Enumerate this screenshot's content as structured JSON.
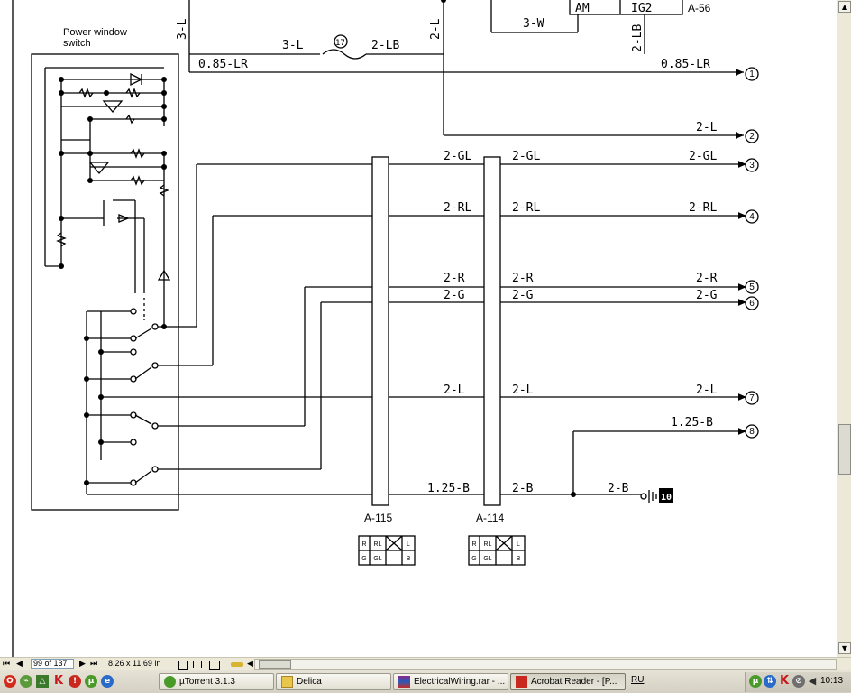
{
  "document": {
    "switch_label_line1": "Power window",
    "switch_label_line2": "switch",
    "top_wire_vertical": "3-L",
    "fuse_in_wire": "3-L",
    "fuse_number": "17",
    "fuse_out_wire": "2-LB",
    "top_vertical_2l": "2-L",
    "top_3w": "3-W",
    "top_2lb_vertical": "2-LB",
    "ign_am": "AM",
    "ign_ig2": "IG2",
    "ign_connector": "A-56",
    "wire_085lr_left": "0.85-LR",
    "wire_085lr_right": "0.85-LR",
    "right_2l_top": "2-L",
    "row3_a": "2-GL",
    "row3_b": "2-GL",
    "row3_c": "2-GL",
    "row4_a": "2-RL",
    "row4_b": "2-RL",
    "row4_c": "2-RL",
    "row5_a": "2-R",
    "row5_b": "2-R",
    "row5_c": "2-R",
    "row6_a": "2-G",
    "row6_b": "2-G",
    "row6_c": "2-G",
    "row7_a": "2-L",
    "row7_b": "2-L",
    "row7_c": "2-L",
    "row8_c": "1.25-B",
    "ground_a": "1.25-B",
    "ground_b": "2-B",
    "ground_c": "2-B",
    "ground_number": "10",
    "connector_a115": "A-115",
    "connector_a114": "A-114",
    "circle_labels": [
      "1",
      "2",
      "3",
      "4",
      "5",
      "6",
      "7",
      "8"
    ],
    "pin_a115": [
      "R",
      "RL",
      "L",
      "G",
      "GL",
      "B"
    ],
    "pin_a114": [
      "R",
      "RL",
      "L",
      "G",
      "GL",
      "B"
    ]
  },
  "statusbar": {
    "nav_first": "⏮",
    "nav_prev": "◀",
    "page_field": "99 of 137",
    "nav_next": "▶",
    "nav_last": "⏭",
    "page_size": "8,26 x 11,69 in",
    "scroll_left": "◀"
  },
  "taskbar": {
    "buttons": [
      {
        "label": "µTorrent 3.1.3"
      },
      {
        "label": "Delica"
      },
      {
        "label": "ElectricalWiring.rar - ..."
      },
      {
        "label": "Acrobat Reader - [P..."
      }
    ],
    "language": "RU",
    "clock": "10:13"
  },
  "scrollbar": {
    "up": "▲",
    "down": "▼"
  },
  "colors": {
    "taskbar": "#d4d0c3",
    "ink": "#000000",
    "acrobat_red": "#c8281e",
    "torrent_green": "#4a9a2a"
  }
}
